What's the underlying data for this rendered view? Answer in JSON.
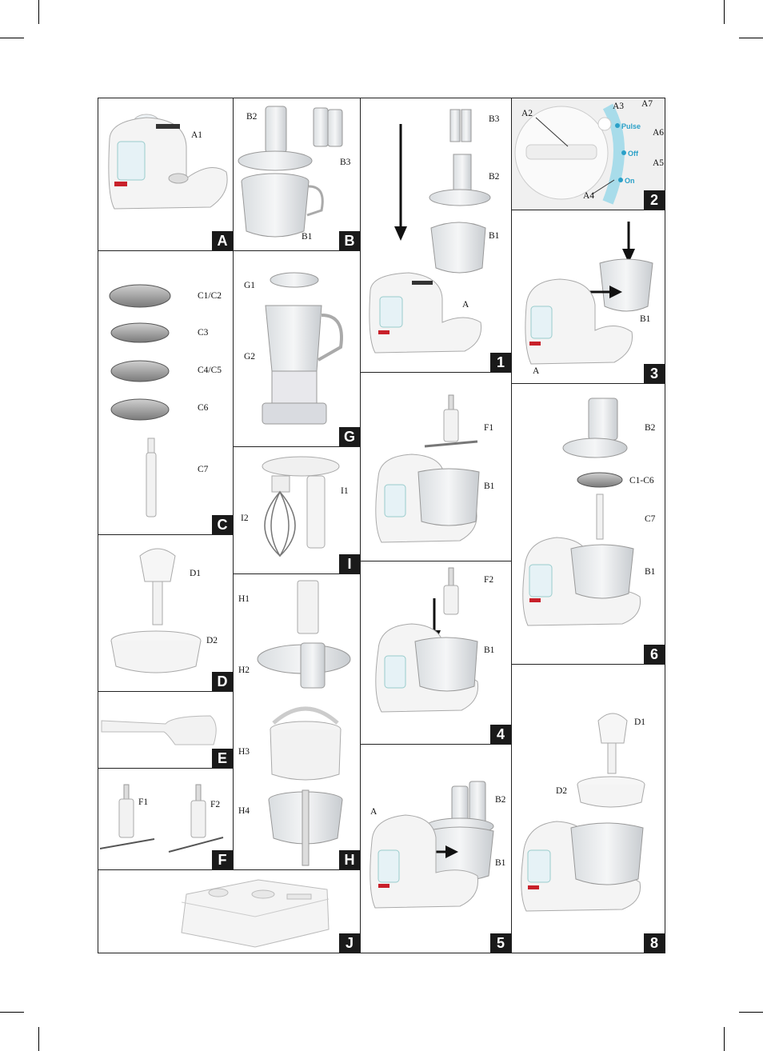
{
  "panels": {
    "A": {
      "badge": "A",
      "labels": [
        "A1"
      ]
    },
    "B": {
      "badge": "B",
      "labels": [
        "B2",
        "B3",
        "B1"
      ]
    },
    "C": {
      "badge": "C",
      "labels": [
        "C1/C2",
        "C3",
        "C4/C5",
        "C6",
        "C7"
      ]
    },
    "G": {
      "badge": "G",
      "labels": [
        "G1",
        "G2"
      ]
    },
    "I": {
      "badge": "I",
      "labels": [
        "I1",
        "I2"
      ]
    },
    "D": {
      "badge": "D",
      "labels": [
        "D1",
        "D2"
      ]
    },
    "E": {
      "badge": "E",
      "labels": []
    },
    "F": {
      "badge": "F",
      "labels": [
        "F1",
        "F2"
      ]
    },
    "H": {
      "badge": "H",
      "labels": [
        "H1",
        "H2",
        "H3",
        "H4"
      ]
    },
    "J": {
      "badge": "J",
      "labels": []
    },
    "step1": {
      "badge": "1",
      "labels": [
        "B3",
        "B2",
        "B1",
        "A"
      ]
    },
    "step2": {
      "badge": "2",
      "labels": [
        "A2",
        "A3",
        "A7",
        "A6",
        "A5",
        "A4"
      ],
      "dial": [
        "Pulse",
        "Off",
        "On"
      ]
    },
    "step3": {
      "badge": "3",
      "labels": [
        "B1",
        "A"
      ]
    },
    "step4a": {
      "badge": "",
      "labels": [
        "F1",
        "B1"
      ]
    },
    "step4": {
      "badge": "4",
      "labels": [
        "F2",
        "B1"
      ]
    },
    "step5": {
      "badge": "5",
      "labels": [
        "B2",
        "A",
        "B1"
      ]
    },
    "step6": {
      "badge": "6",
      "labels": [
        "B2",
        "C1-C6",
        "C7",
        "B1"
      ]
    },
    "step8": {
      "badge": "8",
      "labels": [
        "D1",
        "D2"
      ]
    }
  },
  "colors": {
    "badge_bg": "#1a1a1a",
    "accent_blue": "#2aa0c8",
    "brand_red": "#c8202a",
    "body_white": "#f4f4f4"
  }
}
